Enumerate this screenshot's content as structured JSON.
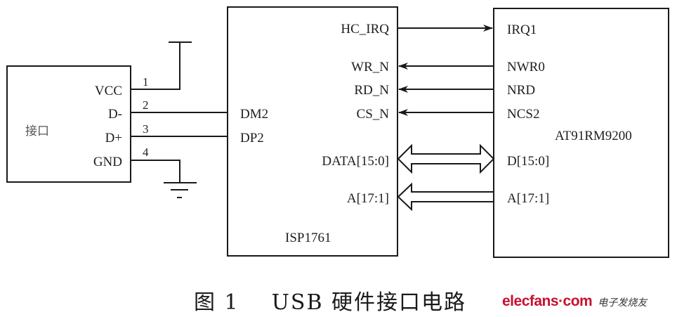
{
  "figure": {
    "caption_prefix": "图 1",
    "caption_title": "USB 硬件接口电路",
    "watermark": {
      "brand": "elecfans·com",
      "site_name": "电子发烧友",
      "brand_color": "#c8102e"
    }
  },
  "blocks": {
    "interface": {
      "name": "接口",
      "pins": [
        {
          "label": "VCC",
          "number": "1"
        },
        {
          "label": "D-",
          "number": "2"
        },
        {
          "label": "D+",
          "number": "3"
        },
        {
          "label": "GND",
          "number": "4"
        }
      ]
    },
    "isp": {
      "name": "ISP1761",
      "left_pins": [
        "DM2",
        "DP2"
      ],
      "right_pins": [
        "HC_IRQ",
        "WR_N",
        "RD_N",
        "CS_N",
        "DATA[15:0]",
        "A[17:1]"
      ]
    },
    "mcu": {
      "name": "AT91RM9200",
      "pins": [
        "IRQ1",
        "NWR0",
        "NRD",
        "NCS2",
        "D[15:0]",
        "A[17:1]"
      ]
    }
  },
  "connections": [
    {
      "from": "HC_IRQ",
      "to": "IRQ1",
      "direction": "isp-to-mcu",
      "kind": "signal"
    },
    {
      "from": "NWR0",
      "to": "WR_N",
      "direction": "mcu-to-isp",
      "kind": "signal"
    },
    {
      "from": "NRD",
      "to": "RD_N",
      "direction": "mcu-to-isp",
      "kind": "signal"
    },
    {
      "from": "NCS2",
      "to": "CS_N",
      "direction": "mcu-to-isp",
      "kind": "signal"
    },
    {
      "from": "DATA[15:0]",
      "to": "D[15:0]",
      "direction": "bidirectional",
      "kind": "bus"
    },
    {
      "from": "A[17:1]",
      "to": "A[17:1]",
      "direction": "mcu-to-isp",
      "kind": "bus"
    },
    {
      "from": "D-",
      "to": "DM2",
      "direction": "none",
      "kind": "wire"
    },
    {
      "from": "D+",
      "to": "DP2",
      "direction": "none",
      "kind": "wire"
    },
    {
      "from": "VCC",
      "to": "power",
      "direction": "none",
      "kind": "power"
    },
    {
      "from": "GND",
      "to": "ground",
      "direction": "none",
      "kind": "ground"
    }
  ]
}
